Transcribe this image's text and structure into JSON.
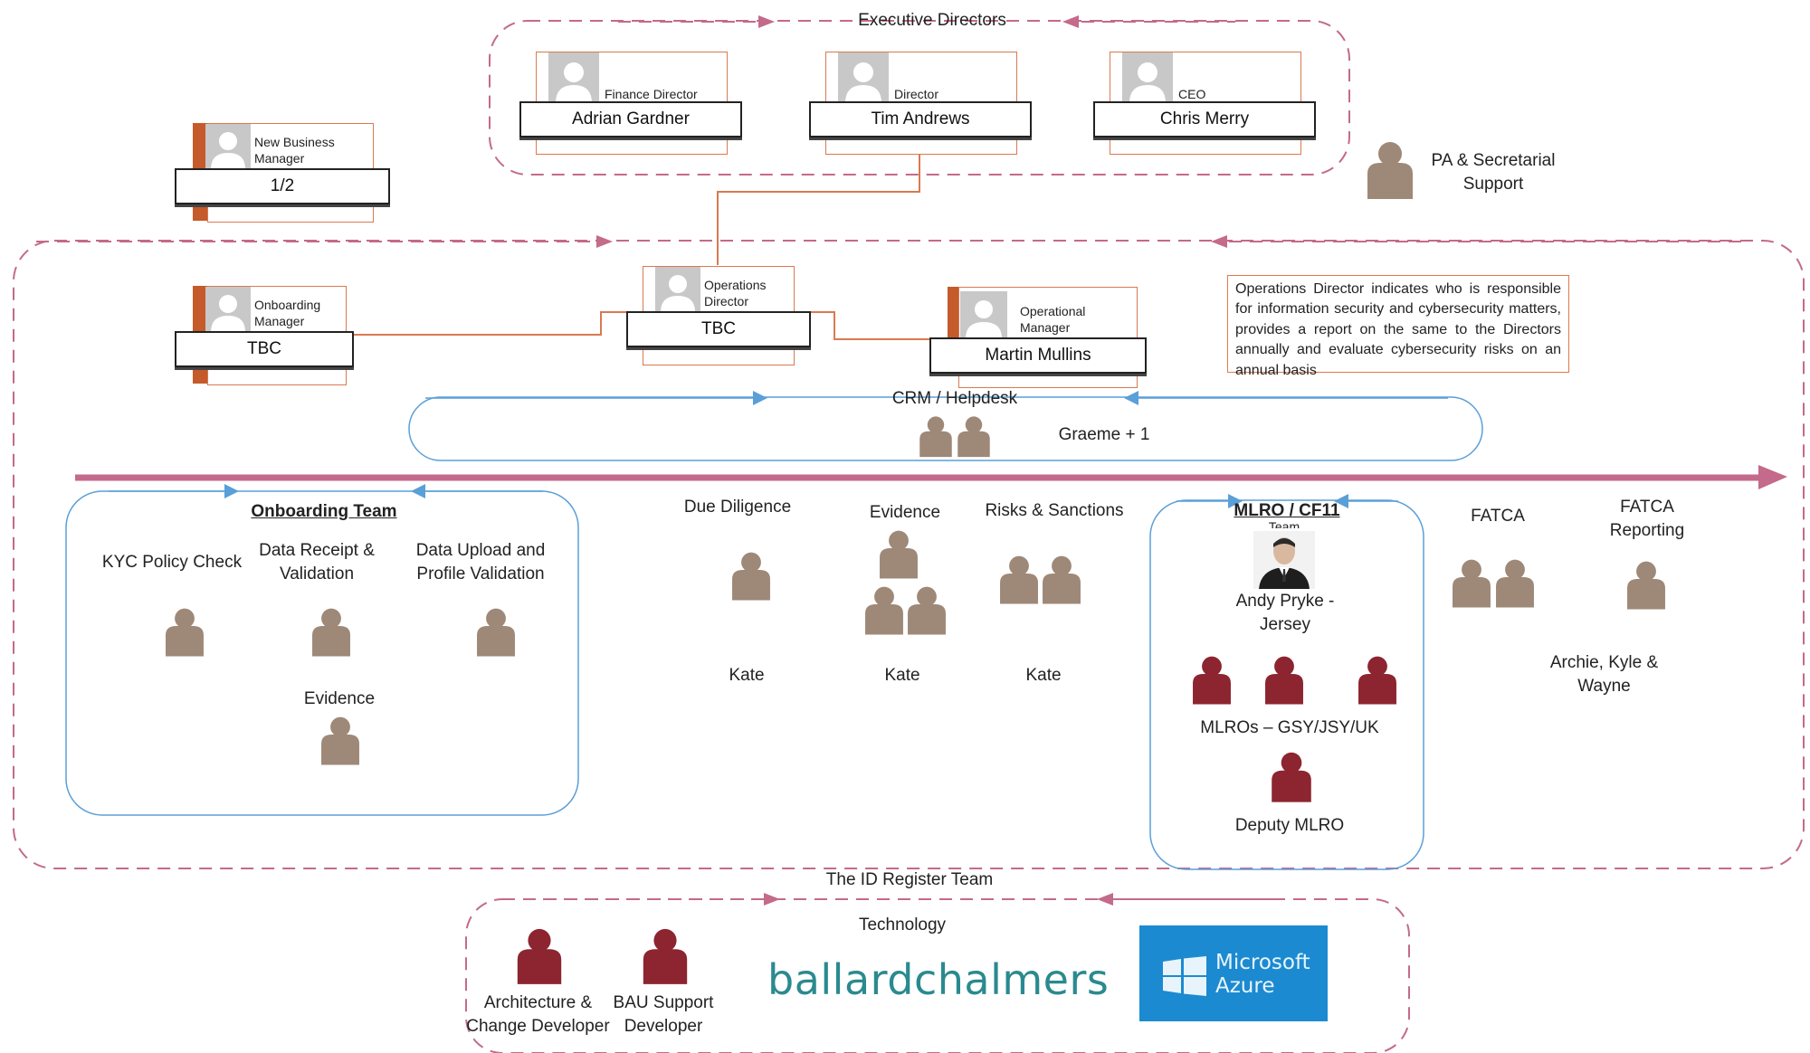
{
  "colors": {
    "accent_orange": "#c55a2b",
    "dash_pink": "#c46a8a",
    "team_blue": "#5a9fd8",
    "person_tan": "#9e8878",
    "person_red": "#8c2530",
    "timeline": "#c46a8a"
  },
  "executive": {
    "title": "Executive Directors",
    "cards": [
      {
        "role": "Finance Director",
        "name": "Adrian Gardner"
      },
      {
        "role": "Director",
        "name": "Tim Andrews"
      },
      {
        "role": "CEO",
        "name": "Chris Merry"
      }
    ],
    "pa_label": "PA & Secretarial Support"
  },
  "new_business": {
    "role": "New Business Manager",
    "name": "1/2"
  },
  "onboarding_manager": {
    "role": "Onboarding Manager",
    "name": "TBC"
  },
  "operations_director": {
    "role": "Operations Director",
    "name": "TBC"
  },
  "operational_manager": {
    "role": "Operational Manager",
    "name": "Martin Mullins"
  },
  "note": "Operations Director indicates who is responsible for information security and cybersecurity matters, provides a report on the same to the Directors annually and evaluate cybersecurity risks on an annual basis",
  "crm": {
    "title": "CRM / Helpdesk",
    "members": "Graeme + 1"
  },
  "onboarding_team": {
    "title": "Onboarding Team",
    "functions": [
      "KYC Policy Check",
      "Data Receipt & Validation",
      "Data Upload and Profile Validation"
    ],
    "evidence": "Evidence"
  },
  "due_diligence": {
    "columns": [
      {
        "title": "Due Diligence",
        "owner": "Kate"
      },
      {
        "title": "Evidence",
        "owner": "Kate"
      },
      {
        "title": "Risks & Sanctions",
        "owner": "Kate"
      }
    ]
  },
  "mlro": {
    "title": "MLRO / CF11",
    "title_overflow": "Team",
    "head": "Andy Pryke - Jersey",
    "mlros": "MLROs – GSY/JSY/UK",
    "deputy": "Deputy MLRO"
  },
  "fatca": {
    "fatca": "FATCA",
    "reporting": "FATCA Reporting",
    "members": "Archie, Kyle & Wayne"
  },
  "id_register": {
    "title": "The ID Register Team",
    "technology": "Technology",
    "roles": [
      "Architecture & Change Developer",
      "BAU Support Developer"
    ]
  },
  "logos": {
    "ballard": "ballardchalmers",
    "ms_line1": "Microsoft",
    "ms_line2": "Azure"
  },
  "icons": [
    "person-icon",
    "avatar-placeholder-icon",
    "windows-logo-icon",
    "arrow-right-icon",
    "arrow-left-icon"
  ]
}
